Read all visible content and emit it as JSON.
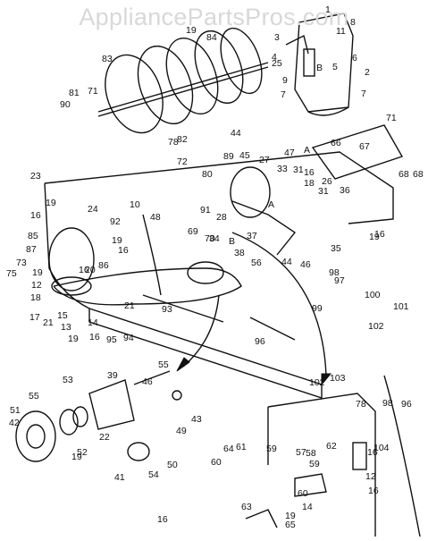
{
  "watermark": "AppliancePartsPros.com",
  "callouts": [
    "1",
    "2",
    "3",
    "4",
    "5",
    "6",
    "7",
    "7",
    "8",
    "9",
    "10",
    "11",
    "12",
    "12",
    "13",
    "14",
    "14",
    "15",
    "16",
    "16",
    "16",
    "16",
    "16",
    "16",
    "16",
    "16",
    "16",
    "17",
    "18",
    "18",
    "19",
    "19",
    "19",
    "19",
    "19",
    "19",
    "19",
    "19",
    "20",
    "21",
    "21",
    "22",
    "23",
    "24",
    "25",
    "26",
    "27",
    "28",
    "31",
    "31",
    "33",
    "34",
    "35",
    "36",
    "37",
    "38",
    "39",
    "41",
    "42",
    "43",
    "44",
    "44",
    "45",
    "46",
    "46",
    "47",
    "48",
    "49",
    "50",
    "51",
    "52",
    "53",
    "54",
    "55",
    "55",
    "56",
    "57",
    "58",
    "59",
    "59",
    "60",
    "60",
    "61",
    "62",
    "63",
    "64",
    "65",
    "66",
    "67",
    "68",
    "68",
    "69",
    "70",
    "71",
    "71",
    "72",
    "73",
    "75",
    "78",
    "78",
    "80",
    "81",
    "82",
    "83",
    "84",
    "85",
    "86",
    "87",
    "89",
    "90",
    "91",
    "92",
    "93",
    "94",
    "95",
    "96",
    "96",
    "97",
    "98",
    "98",
    "99",
    "100",
    "101",
    "102",
    "102",
    "103",
    "104",
    "A",
    "A",
    "B",
    "B"
  ]
}
